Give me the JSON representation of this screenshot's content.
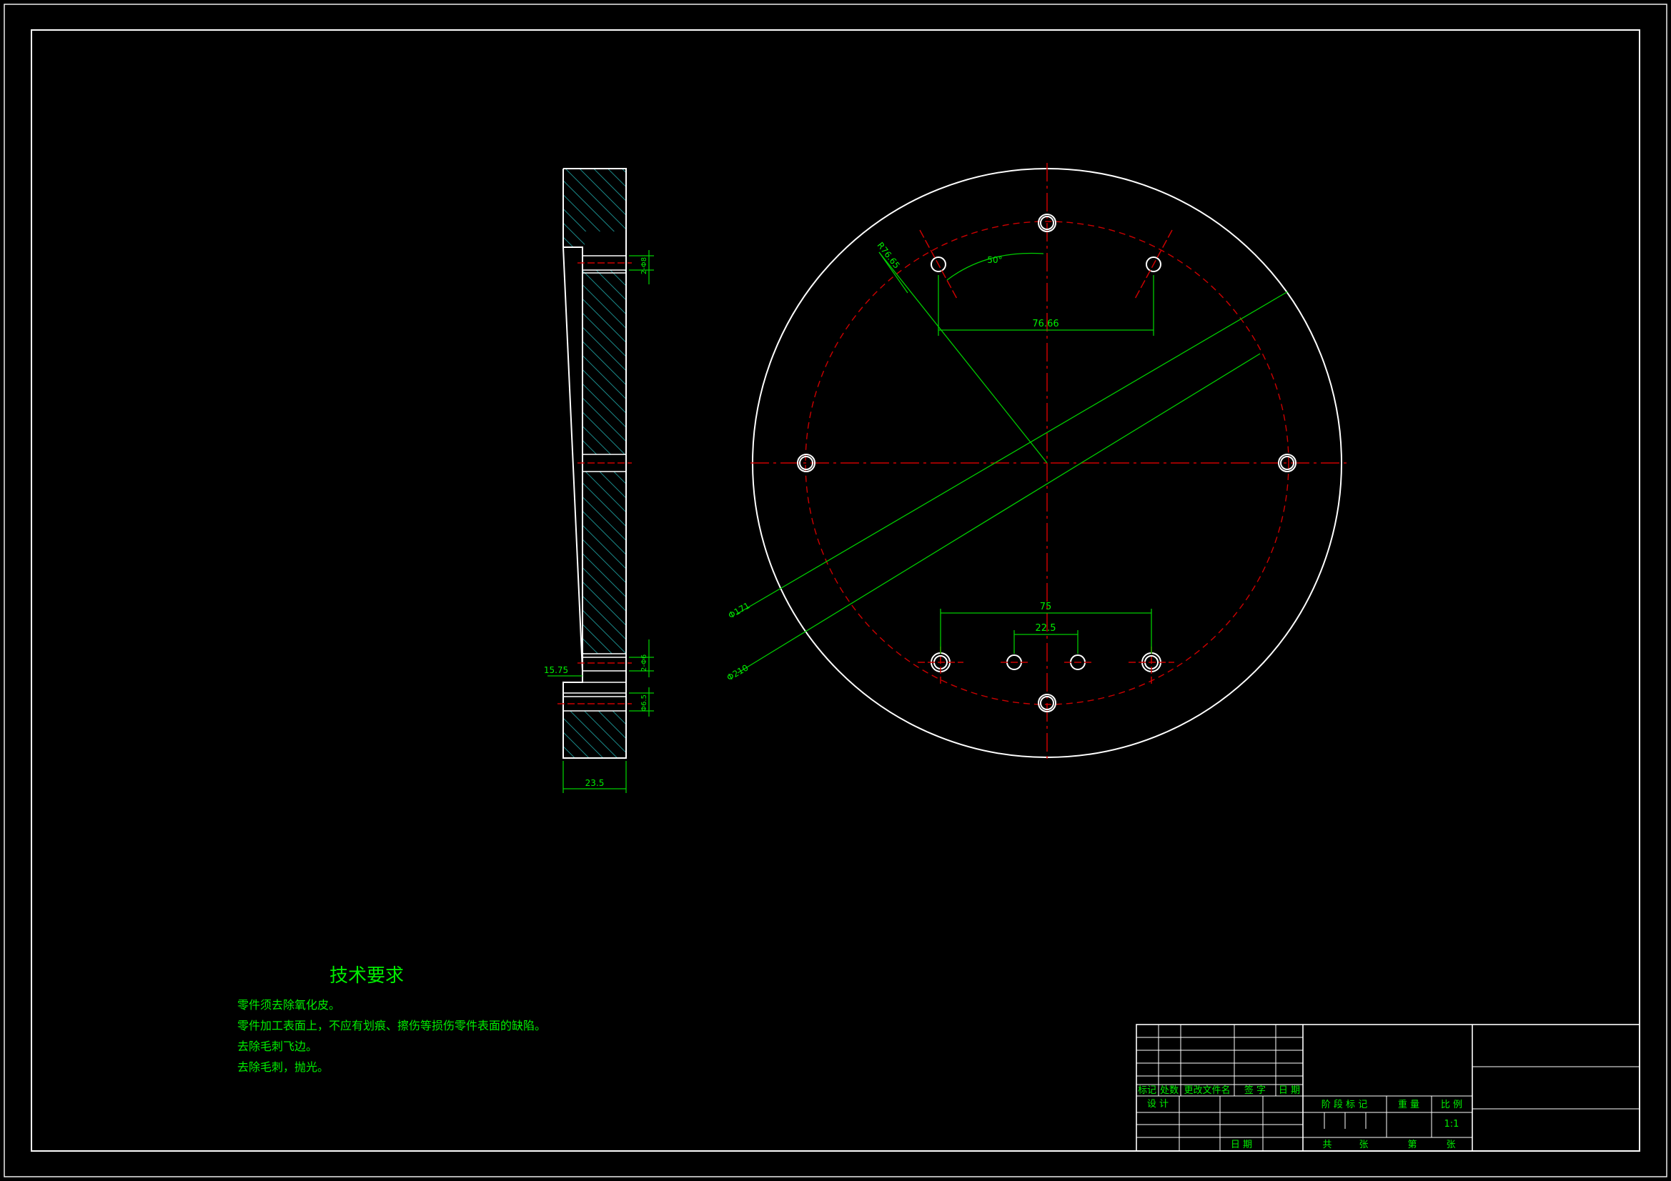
{
  "colors": {
    "background": "#000000",
    "outline": "#ffffff",
    "dimension": "#00cc00",
    "centerline": "#cc0000",
    "hatch": "#1a8a8a",
    "text": "#00ee00"
  },
  "dimensions": {
    "section_thickness": "23.5",
    "section_step": "15.75",
    "section_hole_1": "2-Φ8",
    "section_hole_2": "2-Φ6",
    "section_hole_3": "Φ6.5",
    "hole_radius": "R76.65",
    "hole_angle": "50°",
    "hole_chord": "76.66",
    "outer_diameter": "Φ171",
    "inner_diameter": "Φ210",
    "outer_span": "75",
    "inner_span": "22.5"
  },
  "notes": {
    "title": "技术要求",
    "items": [
      "零件须去除氧化皮。",
      "零件加工表面上，不应有划痕、擦伤等损伤零件表面的缺陷。",
      "去除毛刺飞边。",
      "去除毛刺，抛光。"
    ]
  },
  "title_block": {
    "rev_mark": "标记",
    "rev_count": "处数",
    "rev_doc": "更改文件名",
    "rev_sign": "签  字",
    "rev_date": "日  期",
    "designer": "设  计",
    "stage_mark": "阶 段 标 记",
    "weight": "重 量",
    "scale_label": "比 例",
    "scale_value": "1:1",
    "date_label": "日  期",
    "sheets_total": "共",
    "sheets_unit": "张",
    "sheet_no": "第",
    "sheet_unit": "张"
  }
}
